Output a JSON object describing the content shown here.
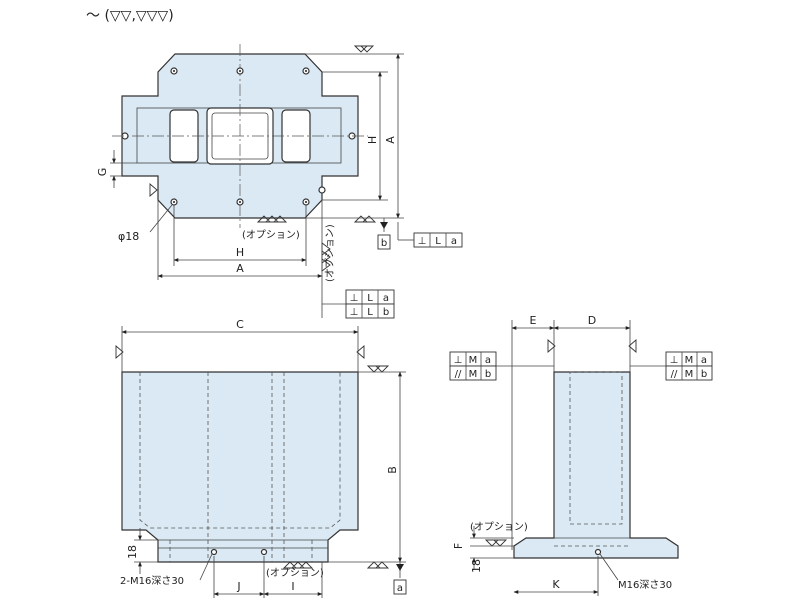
{
  "header": {
    "finish_legend": "～ (▽▽,▽▽▽)"
  },
  "top_view": {
    "dim_A_vertical": "A",
    "dim_H_vertical": "H",
    "dim_H_horizontal": "H",
    "dim_A_horizontal": "A",
    "dim_G": "G",
    "hole_label": "φ18",
    "option_label": "(オプション)",
    "option_label_vertical": "(オプション)",
    "datum_b": "b",
    "frame_L_a": [
      "⊥",
      "L",
      "a"
    ],
    "frame_L_a_2": [
      "⊥",
      "L",
      "a"
    ],
    "frame_L_b": [
      "⊥",
      "L",
      "b"
    ]
  },
  "front_view": {
    "dim_C": "C",
    "dim_B": "B",
    "dim_18": "18",
    "dim_J": "J",
    "dim_I": "I",
    "tap_label": "2-M16深さ30",
    "option_label": "(オプション)",
    "datum_a": "a"
  },
  "side_view": {
    "dim_E": "E",
    "dim_D": "D",
    "dim_F": "F",
    "dim_18": "18",
    "dim_K": "K",
    "tap_label": "M16深さ30",
    "option_label": "(オプション)",
    "frame_left_row1": [
      "⊥",
      "M",
      "a"
    ],
    "frame_left_row2": [
      "//",
      "M",
      "b"
    ],
    "frame_right_row1": [
      "⊥",
      "M",
      "a"
    ],
    "frame_right_row2": [
      "//",
      "M",
      "b"
    ]
  }
}
